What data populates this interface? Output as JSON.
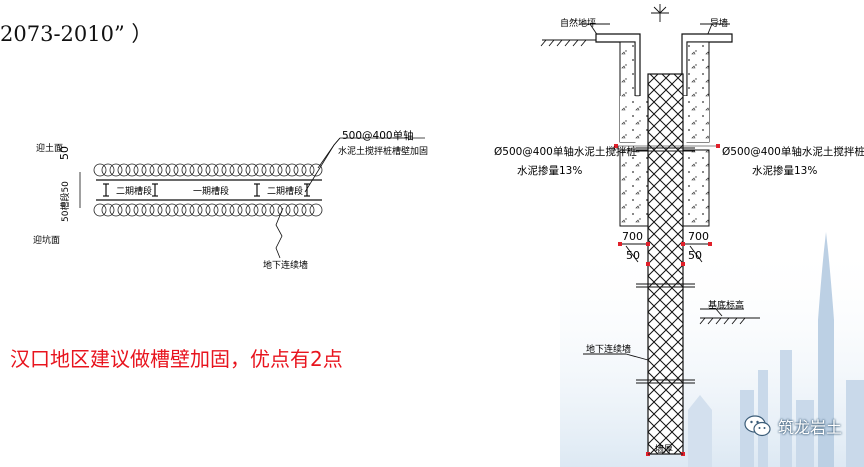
{
  "title_fragment": "2073-2010”  ）",
  "note": "汉口地区建议做槽壁加固，优点有2点",
  "plan": {
    "label_soil_face": "迎土面",
    "label_pit_face": "迎坑面",
    "label_left_dim": "50",
    "label_left_vertical": "50槽段50",
    "label_callout_line1": "500@400单轴",
    "label_callout_line2": "水泥土搅拌桩槽壁加固",
    "label_panel_2a": "二期槽段",
    "label_panel_1": "一期槽段",
    "label_panel_2b": "二期槽段",
    "label_wall": "地下连续墙"
  },
  "section": {
    "label_ground": "自然地坪",
    "label_guide_wall": "导墙",
    "label_left_pile": "Ø500@400单轴水泥土搅拌桩",
    "label_left_cement": "水泥掺量13%",
    "label_right_pile": "Ø500@400单轴水泥土搅拌桩",
    "label_right_cement": "水泥掺量13%",
    "dim_left_top": "700",
    "dim_left_bottom": "50",
    "dim_right_top": "700",
    "dim_right_bottom": "50",
    "label_pit_bottom": "基底标高",
    "label_wall": "地下连续墙",
    "label_wall_width": "墙厚"
  },
  "brand": {
    "name": "筑龙岩土",
    "icon": "wechat-icon"
  },
  "colors": {
    "note": "#e8141e",
    "dim_marks": "#e0202a",
    "line": "#111111"
  }
}
